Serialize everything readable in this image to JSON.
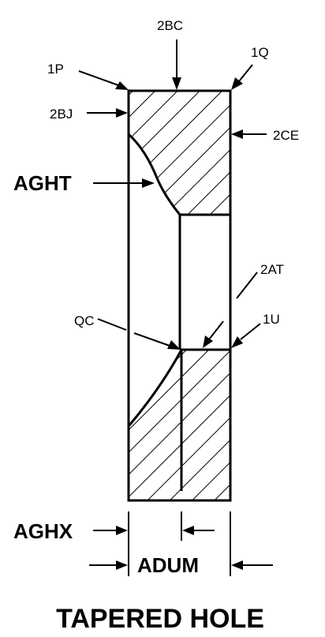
{
  "labels": {
    "p1": "1P",
    "bc2": "2BC",
    "q1": "1Q",
    "bj2": "2BJ",
    "ce2": "2CE",
    "aght": "AGHT",
    "at2": "2AT",
    "qc": "QC",
    "u1": "1U",
    "aghx": "AGHX",
    "adum": "ADUM"
  },
  "title": "TAPERED HOLE"
}
